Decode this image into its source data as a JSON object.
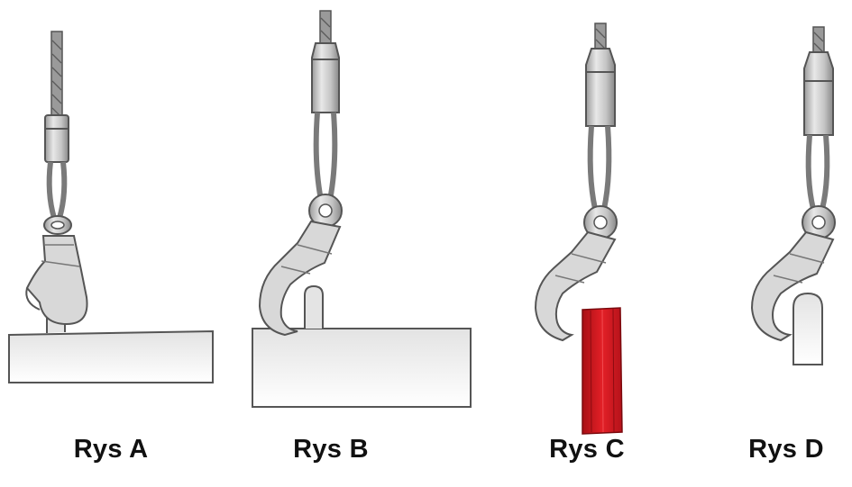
{
  "panels": [
    {
      "label": "Rys A",
      "variant": "eye-hook-on-pin"
    },
    {
      "label": "Rys B",
      "variant": "hook-beside-pin"
    },
    {
      "label": "Rys C",
      "variant": "hook-on-red-strap"
    },
    {
      "label": "Rys D",
      "variant": "hook-on-edge-plate"
    }
  ],
  "colors": {
    "metal_fill": "#cfcfcf",
    "metal_dark": "#6b6b6b",
    "outline": "#555555",
    "rope": "#8e8e8e",
    "load_top": "#e6e6e6",
    "load_bottom": "#ffffff",
    "strap": "#d0181f",
    "text": "#111111"
  }
}
